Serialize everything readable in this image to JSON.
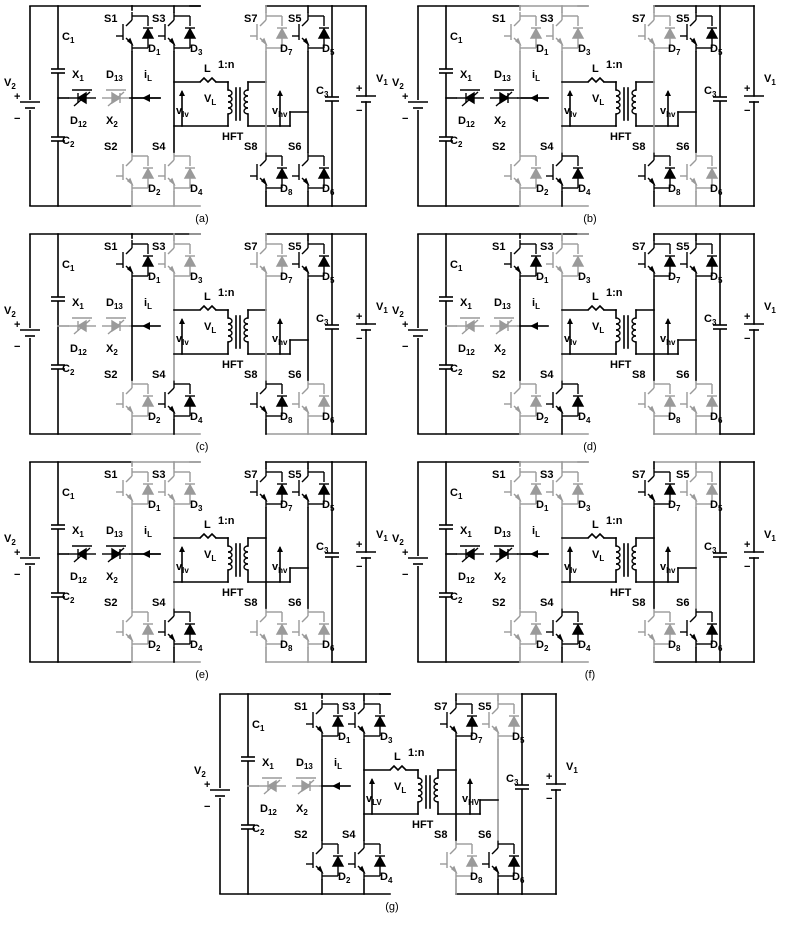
{
  "colors": {
    "active": "#000000",
    "inactive": "#9a9a9a"
  },
  "labels": {
    "V2": "V",
    "V2sub": "2",
    "V1": "V",
    "V1sub": "1",
    "C1": "C",
    "C1sub": "1",
    "C2": "C",
    "C2sub": "2",
    "C3": "C",
    "C3sub": "3",
    "X1": "X",
    "X1sub": "1",
    "X2": "X",
    "X2sub": "2",
    "D13": "D",
    "D13sub": "13",
    "D12": "D",
    "D12sub": "12",
    "S1": "S1",
    "S2": "S2",
    "S3": "S3",
    "S4": "S4",
    "S5": "S5",
    "S6": "S6",
    "S7": "S7",
    "S8": "S8",
    "D1": "D",
    "D1sub": "1",
    "D2": "D",
    "D2sub": "2",
    "D3": "D",
    "D3sub": "3",
    "D4": "D",
    "D4sub": "4",
    "D5": "D",
    "D5sub": "5",
    "D6": "D",
    "D6sub": "6",
    "D7": "D",
    "D7sub": "7",
    "D8": "D",
    "D8sub": "8",
    "iL": "i",
    "iLsub": "L",
    "L": "L",
    "VL": "V",
    "VLsub": "L",
    "ratio": "1:n",
    "HFT": "HFT",
    "plus": "+",
    "minus": "−"
  },
  "panels": [
    {
      "caption": "(a)",
      "vlv": "lv",
      "vhv": "hv",
      "active": {
        "left": true,
        "c3": true,
        "x1": true,
        "x2": false,
        "s1": true,
        "s2": false,
        "s3": true,
        "s4": false,
        "s5": true,
        "s6": true,
        "s7": false,
        "s8": true
      }
    },
    {
      "caption": "(b)",
      "vlv": "lv",
      "vhv": "hv",
      "active": {
        "left": true,
        "c3": true,
        "x1": true,
        "x2": true,
        "s1": false,
        "s2": false,
        "s3": false,
        "s4": true,
        "s5": true,
        "s6": false,
        "s7": false,
        "s8": true
      }
    },
    {
      "caption": "(c)",
      "vlv": "lv",
      "vhv": "hv",
      "active": {
        "left": true,
        "c3": true,
        "x1": false,
        "x2": false,
        "s1": true,
        "s2": false,
        "s3": false,
        "s4": true,
        "s5": true,
        "s6": false,
        "s7": false,
        "s8": true
      }
    },
    {
      "caption": "(d)",
      "vlv": "lv",
      "vhv": "hv",
      "active": {
        "left": true,
        "c3": true,
        "x1": false,
        "x2": false,
        "s1": true,
        "s2": false,
        "s3": false,
        "s4": true,
        "s5": true,
        "s6": false,
        "s7": true,
        "s8": false
      }
    },
    {
      "caption": "(e)",
      "vlv": "lv",
      "vhv": "hv",
      "active": {
        "left": true,
        "c3": true,
        "x1": true,
        "x2": true,
        "s1": false,
        "s2": false,
        "s3": false,
        "s4": true,
        "s5": true,
        "s6": false,
        "s7": true,
        "s8": false
      }
    },
    {
      "caption": "(f)",
      "vlv": "lv",
      "vhv": "hv",
      "active": {
        "left": true,
        "c3": true,
        "x1": true,
        "x2": true,
        "s1": false,
        "s2": false,
        "s3": false,
        "s4": true,
        "s5": false,
        "s6": true,
        "s7": true,
        "s8": false
      }
    },
    {
      "caption": "(g)",
      "vlv": "LV",
      "vhv": "HV",
      "active": {
        "left": true,
        "c3": true,
        "x1": false,
        "x2": false,
        "s1": true,
        "s2": true,
        "s3": true,
        "s4": true,
        "s5": false,
        "s6": true,
        "s7": true,
        "s8": false
      }
    }
  ]
}
